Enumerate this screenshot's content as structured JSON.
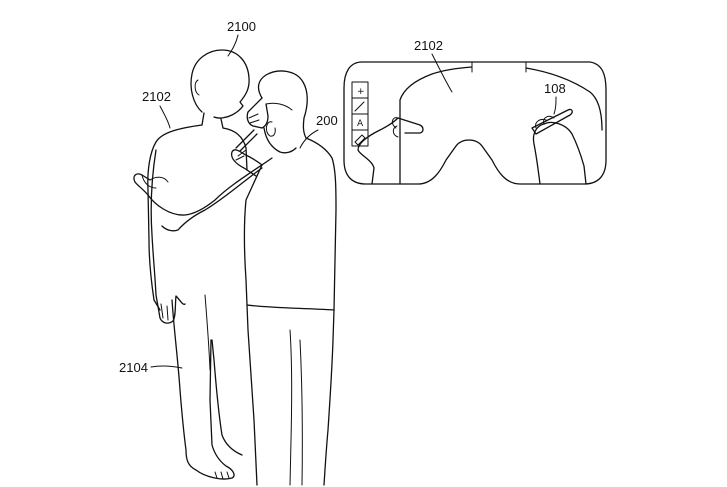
{
  "labels": {
    "person": "2100",
    "body_left": "2102",
    "body_right": "2102",
    "device": "200",
    "stylus": "108",
    "outline": "2104"
  },
  "toolbar": {
    "tools": [
      {
        "glyph": "+",
        "icon": "plus-icon"
      },
      {
        "glyph": "",
        "icon": "pen-icon"
      },
      {
        "glyph": "A",
        "icon": "text-icon"
      },
      {
        "glyph": "",
        "icon": "eraser-icon"
      }
    ]
  },
  "colors": {
    "line": "#111111",
    "background": "#ffffff"
  }
}
